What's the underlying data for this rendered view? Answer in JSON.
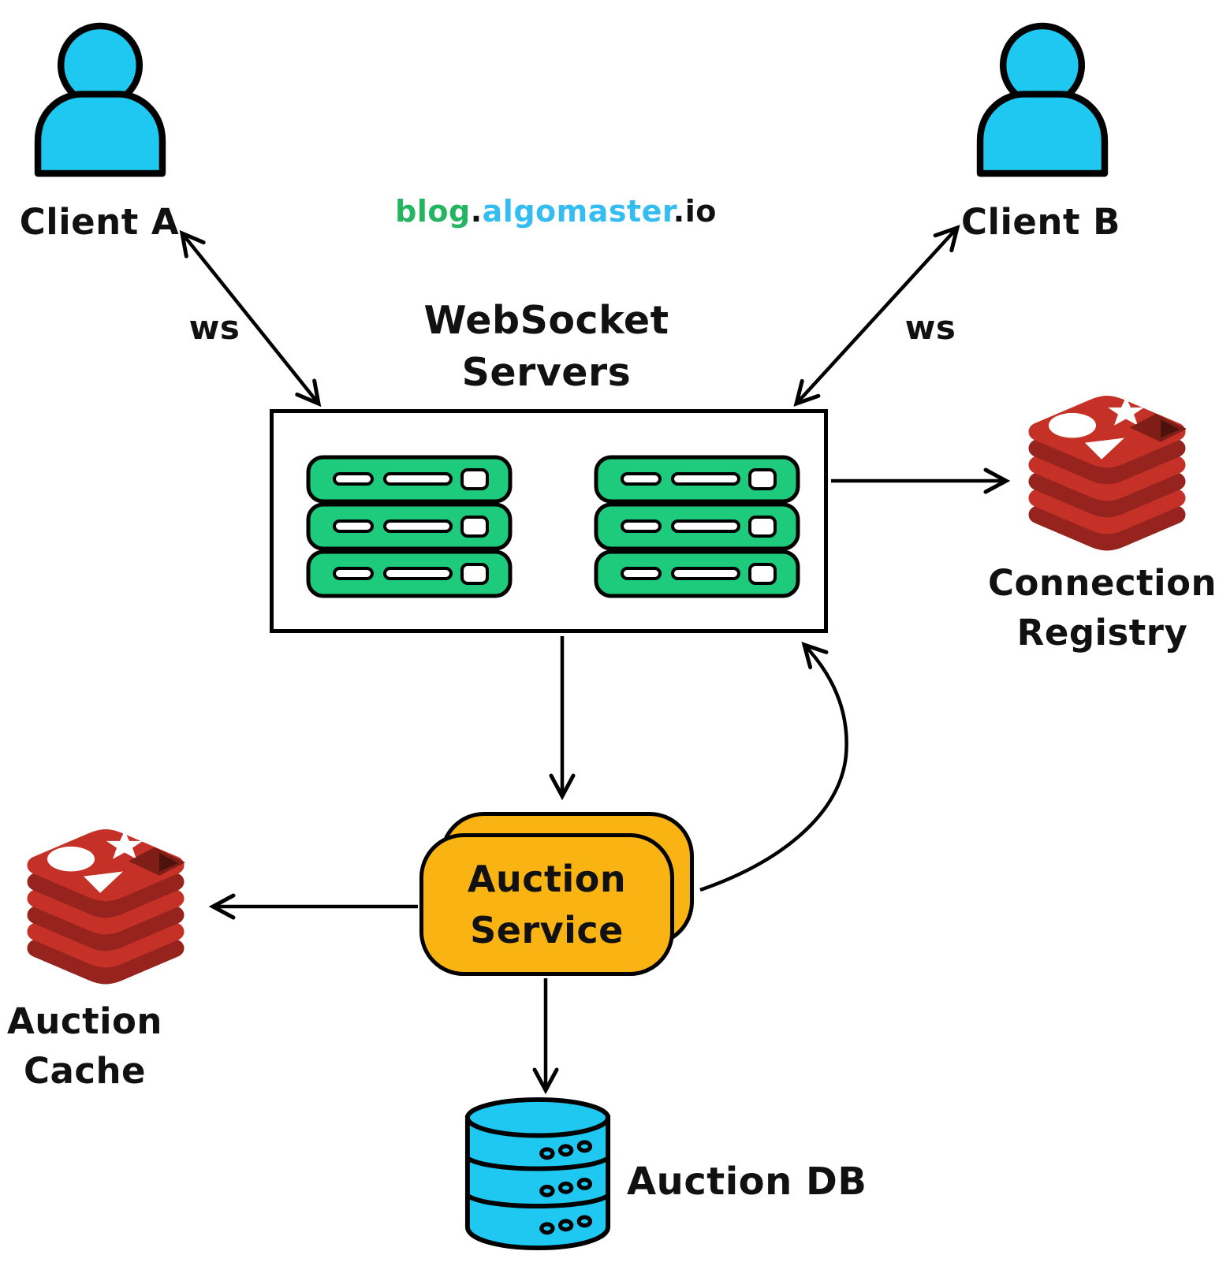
{
  "watermark": {
    "blog": "blog",
    "dot1": ".",
    "algomaster": "algomaster",
    "dot2": ".",
    "io": "io"
  },
  "nodes": {
    "client_a": {
      "label": "Client A",
      "icon": "person-icon"
    },
    "client_b": {
      "label": "Client B",
      "icon": "person-icon"
    },
    "websocket_servers": {
      "title_line1": "WebSocket",
      "title_line2": "Servers",
      "icon": "server-rack-icon",
      "server_stacks": 2,
      "slabs_per_stack": 3
    },
    "connection_registry": {
      "label_line1": "Connection",
      "label_line2": "Registry",
      "icon": "redis-icon"
    },
    "auction_service": {
      "label_line1": "Auction",
      "label_line2": "Service",
      "instances": 2
    },
    "auction_cache": {
      "label_line1": "Auction",
      "label_line2": "Cache",
      "icon": "redis-icon"
    },
    "auction_db": {
      "label": "Auction DB",
      "icon": "database-cylinder-icon"
    }
  },
  "edges": {
    "ws_left": {
      "label": "ws",
      "from": "client_a",
      "to": "websocket_servers",
      "bidirectional": true
    },
    "ws_right": {
      "label": "ws",
      "from": "client_b",
      "to": "websocket_servers",
      "bidirectional": true
    },
    "registry": {
      "from": "websocket_servers",
      "to": "connection_registry"
    },
    "to_service": {
      "from": "websocket_servers",
      "to": "auction_service"
    },
    "service_to_box": {
      "from": "auction_service",
      "to": "websocket_servers",
      "curved": true
    },
    "to_cache": {
      "from": "auction_service",
      "to": "auction_cache"
    },
    "to_db": {
      "from": "auction_service",
      "to": "auction_db"
    }
  },
  "colors": {
    "client_cyan": "#1FC8F1",
    "server_green": "#1ECB7C",
    "service_orange": "#F9B413",
    "redis_light": "#C53127",
    "redis_dark": "#96231D",
    "redis_darkest": "#7E1E16",
    "watermark_green": "#23B560",
    "watermark_blue": "#35BDF2",
    "line_black": "#000000"
  }
}
